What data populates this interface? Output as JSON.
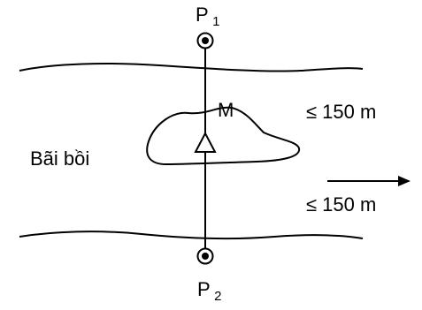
{
  "diagram": {
    "points": {
      "p1": {
        "letter": "P",
        "subscript": "1"
      },
      "p2": {
        "letter": "P",
        "subscript": "2"
      },
      "m": "M"
    },
    "island_label": "Bãi bồi",
    "distance_labels": {
      "upper": "≤ 150 m",
      "lower": "≤ 150 m"
    },
    "colors": {
      "stroke": "#000000",
      "background": "#ffffff"
    }
  }
}
